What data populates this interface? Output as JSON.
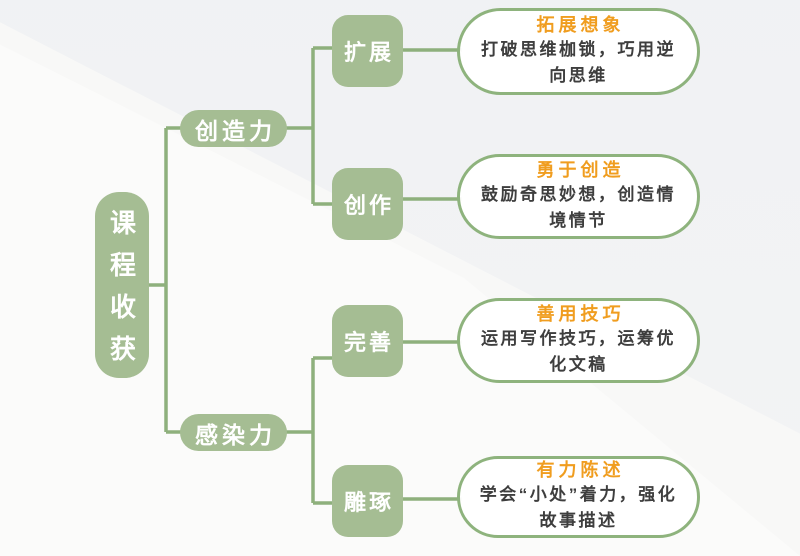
{
  "palette": {
    "node_green": "#a5bd93",
    "line_green": "#8eb07c",
    "card_border": "#8eb37d",
    "title_orange": "#f09d1f",
    "body_text": "#3e3e3e",
    "node_text": "#ffffff"
  },
  "root": {
    "label": "课程收获"
  },
  "branches": [
    {
      "label": "创造力",
      "children": [
        {
          "label": "扩展",
          "card": {
            "title": "拓展想象",
            "body": "打破思维枷锁，巧用逆向思维"
          }
        },
        {
          "label": "创作",
          "card": {
            "title": "勇于创造",
            "body": "鼓励奇思妙想，创造情境情节"
          }
        }
      ]
    },
    {
      "label": "感染力",
      "children": [
        {
          "label": "完善",
          "card": {
            "title": "善用技巧",
            "body": "运用写作技巧，运筹优化文稿"
          }
        },
        {
          "label": "雕琢",
          "card": {
            "title": "有力陈述",
            "body": "学会“小处”着力，强化故事描述"
          }
        }
      ]
    }
  ]
}
